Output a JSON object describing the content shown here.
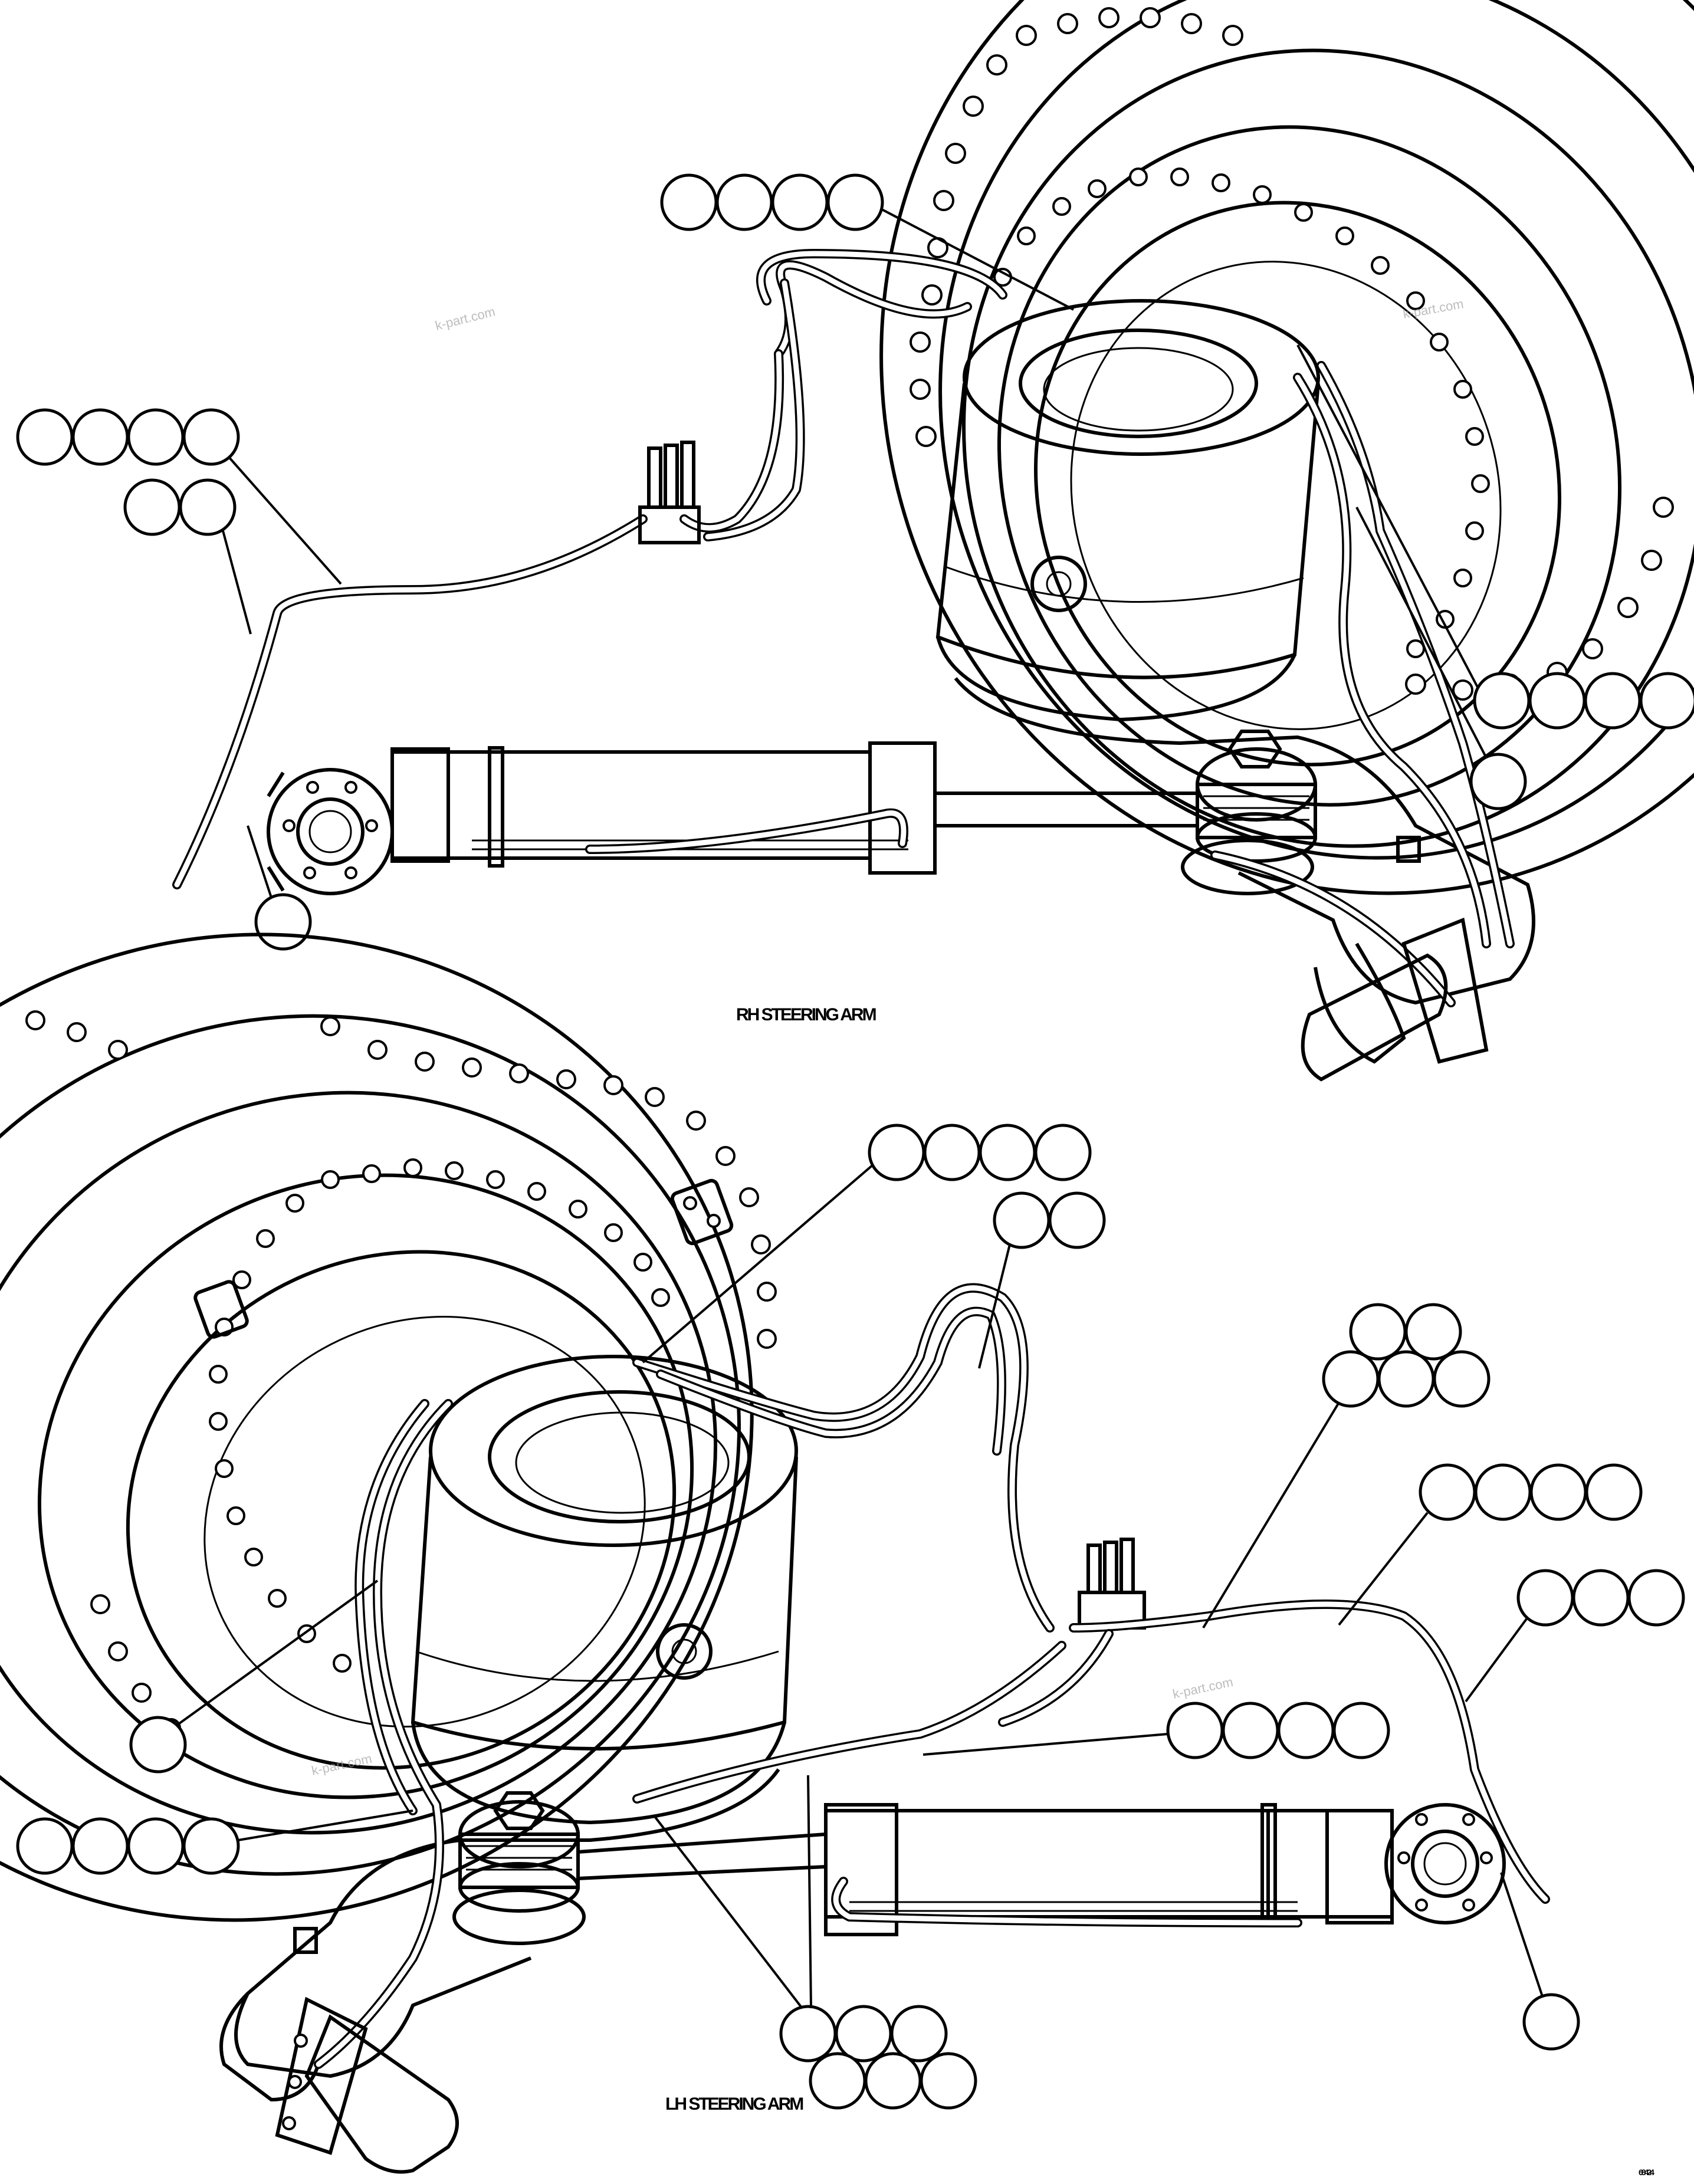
{
  "diagram": {
    "rh_caption": "RH STEERING ARM",
    "lh_caption": "LH STEERING ARM",
    "watermark": "k-part.com",
    "figure_code": "68424"
  },
  "callouts": {
    "rh": [
      {
        "id": "rh-callout-top-4",
        "circles": 4
      },
      {
        "id": "rh-callout-left-4",
        "circles": 4
      },
      {
        "id": "rh-callout-left-2",
        "circles": 2
      },
      {
        "id": "rh-callout-right-4",
        "circles": 4
      },
      {
        "id": "rh-callout-right-1",
        "circles": 1
      },
      {
        "id": "rh-callout-bottom-1",
        "circles": 1
      }
    ],
    "lh": [
      {
        "id": "lh-callout-top-4",
        "circles": 4
      },
      {
        "id": "lh-callout-top-2",
        "circles": 2
      },
      {
        "id": "lh-callout-cluster-5",
        "circles": 5
      },
      {
        "id": "lh-callout-right-4",
        "circles": 4
      },
      {
        "id": "lh-callout-right-3",
        "circles": 3
      },
      {
        "id": "lh-callout-mid-4",
        "circles": 4
      },
      {
        "id": "lh-callout-left-1",
        "circles": 1
      },
      {
        "id": "lh-callout-left-4",
        "circles": 4
      },
      {
        "id": "lh-callout-bottom-6",
        "circles": 6
      },
      {
        "id": "lh-callout-bottom-right-1",
        "circles": 1
      }
    ]
  }
}
